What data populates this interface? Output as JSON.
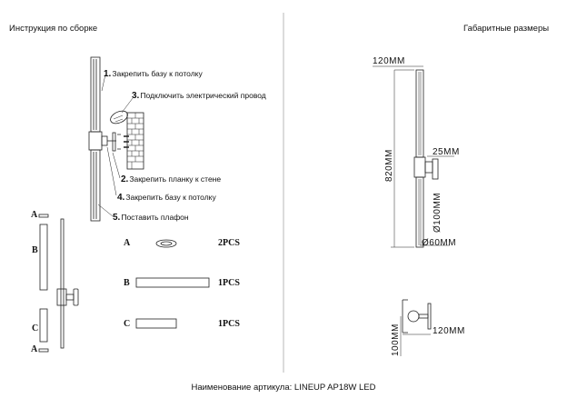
{
  "left_title": "Инструкция по сборке",
  "right_title": "Габаритные размеры",
  "steps": [
    {
      "num": "1.",
      "text": "Закрепить базу к потолку"
    },
    {
      "num": "3.",
      "text": "Подключить электрический провод"
    },
    {
      "num": "2.",
      "text": "Закрепить планку к стене"
    },
    {
      "num": "4.",
      "text": "Закрепить базу к потолку"
    },
    {
      "num": "5.",
      "text": "Поставить плафон"
    }
  ],
  "parts": [
    {
      "letter": "A",
      "qty": "2PCS"
    },
    {
      "letter": "B",
      "qty": "1PCS"
    },
    {
      "letter": "C",
      "qty": "1PCS"
    }
  ],
  "exploded_labels": [
    "A",
    "B",
    "C",
    "A"
  ],
  "dimensions": {
    "top_width": "120MM",
    "height": "820MM",
    "wall_offset": "25MM",
    "diameter_inner": "Ø100MM",
    "diameter_outer": "Ø60MM",
    "side_width": "120MM",
    "side_height": "100MM"
  },
  "footer": "Наименование артикула: LINEUP AP18W LED"
}
